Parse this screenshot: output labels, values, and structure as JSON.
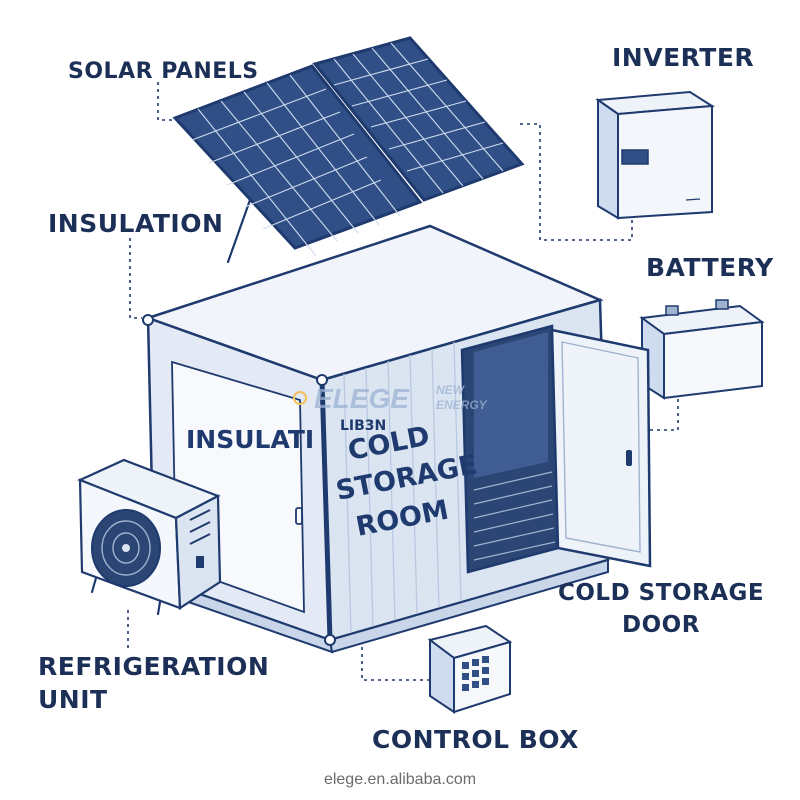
{
  "labels": {
    "solar_panels": "SOLAR PANELS",
    "inverter": "INVERTER",
    "insulation": "INSULATION",
    "battery": "BATTERY",
    "door_line1": "COLD STORAGE",
    "door_line2": "DOOR",
    "refrigeration_line1": "REFRIGERATION",
    "refrigeration_line2": "UNIT",
    "control_box": "CONTROL BOX"
  },
  "container_text": {
    "left_panel": "INSULATI",
    "main_line1": "COLD",
    "main_line2": "STORAGE",
    "main_line3": "ROOM",
    "sign_fragment": "LIB3N"
  },
  "watermark": {
    "brand": "ELEGE",
    "sub1": "NEW",
    "sub2": "ENERGY"
  },
  "footer": {
    "url": "elege.en.alibaba.com"
  },
  "colors": {
    "ink": "#1f3a6e",
    "panel_cell": "#2f4f86",
    "wall_light": "#eef3fa",
    "wall_mid": "#dbe5f2",
    "watermark": "#9bb3d3"
  },
  "icons": {
    "solar": "solar-panel-icon",
    "inverter": "inverter-icon",
    "battery": "battery-icon",
    "refrigeration": "refrigeration-unit-icon",
    "control": "control-box-icon"
  }
}
